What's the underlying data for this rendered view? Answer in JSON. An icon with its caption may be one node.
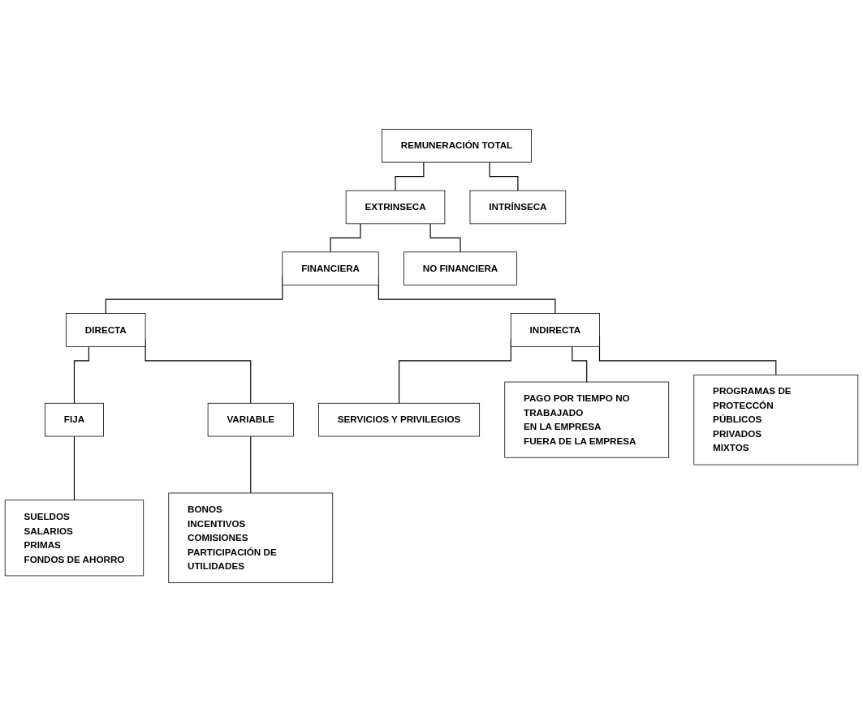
{
  "diagram": {
    "nodes": [
      {
        "text": [
          "REMUNERACIÓN TOTAL"
        ]
      },
      {
        "text": [
          "EXTRINSECA"
        ]
      },
      {
        "text": [
          "INTRÍNSECA"
        ]
      },
      {
        "text": [
          "FINANCIERA"
        ]
      },
      {
        "text": [
          "NO FINANCIERA"
        ]
      },
      {
        "text": [
          "DIRECTA"
        ]
      },
      {
        "text": [
          "INDIRECTA"
        ]
      },
      {
        "text": [
          "SERVICIOS Y PRIVILEGIOS"
        ]
      },
      {
        "text": [
          "FIJA"
        ]
      },
      {
        "text": [
          "VARIABLE"
        ]
      },
      {
        "text": [
          "PAGO POR TIEMPO NO TRABAJADO",
          "EN LA EMPRESA",
          "FUERA DE LA EMPRESA"
        ]
      },
      {
        "text": [
          "SUELDOS",
          "SALARIOS",
          "PRIMAS",
          "FONDOS DE AHORRO"
        ]
      },
      {
        "text": [
          "BONOS",
          "INCENTIVOS",
          "COMISIONES",
          "PARTICIPACIÓN DE UTILIDADES"
        ]
      },
      {
        "text": [
          "PROGRAMAS DE PROTECCÓN",
          "PÚBLICOS",
          "PRIVADOS",
          "MIXTOS"
        ]
      }
    ],
    "edges": [
      {
        "from": 0,
        "to": 1,
        "arrow": "none"
      },
      {
        "from": 0,
        "to": 2,
        "arrow": "none"
      },
      {
        "from": 1,
        "to": 3,
        "arrow": "none"
      },
      {
        "from": 1,
        "to": 4,
        "arrow": "none"
      },
      {
        "from": 3,
        "to": 5,
        "arrow": "none"
      },
      {
        "from": 3,
        "to": 6,
        "arrow": "none"
      },
      {
        "from": 6,
        "to": 7,
        "arrow": "none"
      },
      {
        "from": 6,
        "to": 10,
        "arrow": "none"
      },
      {
        "from": 6,
        "to": 13,
        "arrow": "none"
      },
      {
        "from": 5,
        "to": 8,
        "arrow": "none"
      },
      {
        "from": 5,
        "to": 9,
        "arrow": "none"
      },
      {
        "from": 8,
        "to": 11,
        "arrow": "none"
      },
      {
        "from": 9,
        "to": 12,
        "arrow": "none"
      }
    ]
  }
}
